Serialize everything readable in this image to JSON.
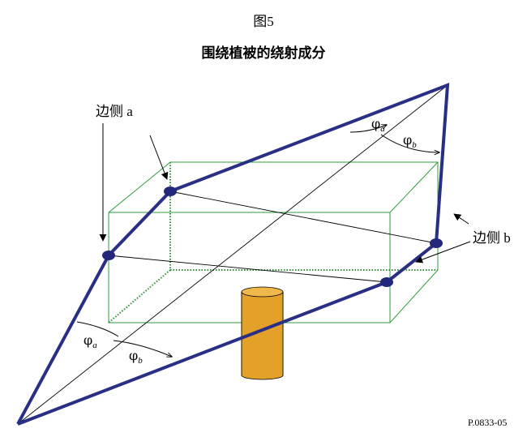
{
  "figure": {
    "number": "图5",
    "title": "围绕植被的绕射成分",
    "reference": "P.0833-05"
  },
  "labels": {
    "side_a": "边侧 a",
    "side_b": "边侧 b"
  },
  "angles": {
    "phi": "φ",
    "sub_a": "a",
    "sub_b": "b"
  },
  "colors": {
    "path": "#2a2f86",
    "box": "#2e9e3e",
    "box_dotted": "#2f8f3a",
    "cylinder": "#e3a12a",
    "node": "#23287a"
  }
}
